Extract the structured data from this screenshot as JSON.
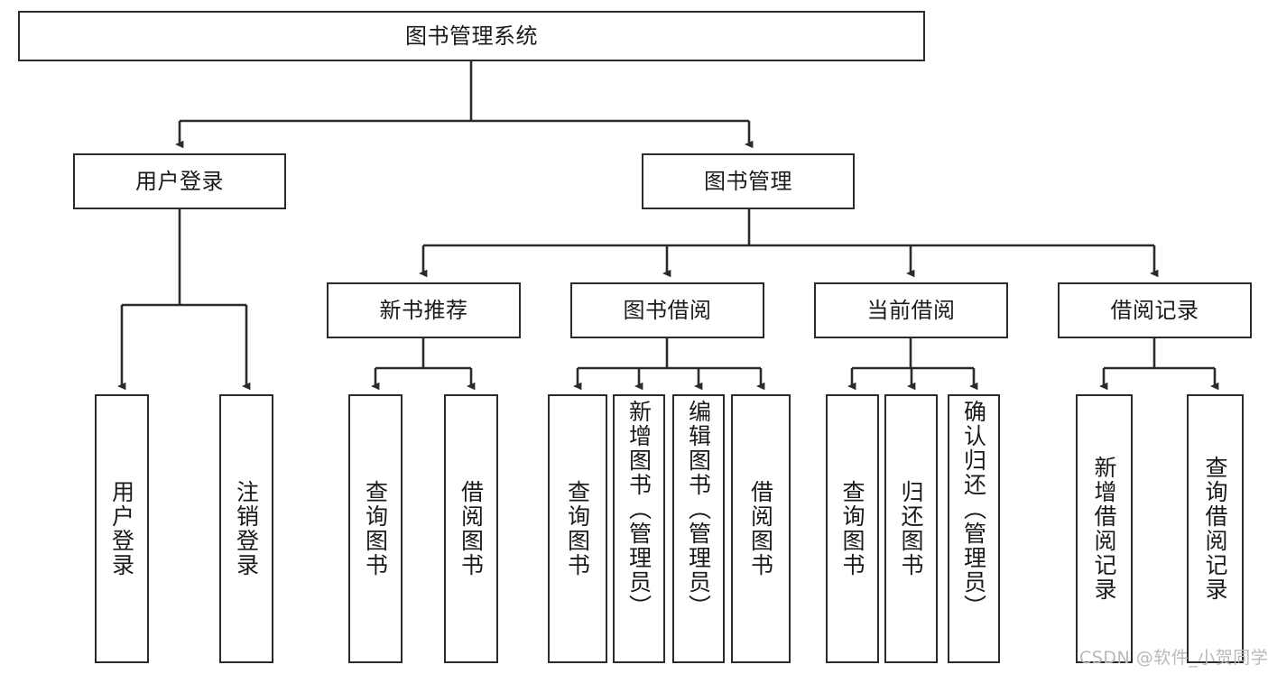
{
  "diagram": {
    "title": "图书管理系统",
    "type": "hierarchy-tree",
    "colors": {
      "box_border": "#2b2b2b",
      "box_fill": "#ffffff",
      "edge": "#2b2b2b",
      "text": "#1a1a1a",
      "watermark": "#b9b9b9"
    },
    "root": {
      "label": "图书管理系统"
    },
    "level2": [
      {
        "label": "用户登录"
      },
      {
        "label": "图书管理"
      }
    ],
    "level3": [
      {
        "label": "新书推荐"
      },
      {
        "label": "图书借阅"
      },
      {
        "label": "当前借阅"
      },
      {
        "label": "借阅记录"
      }
    ],
    "leaves": {
      "user_login": [
        {
          "label": "用户登录"
        },
        {
          "label": "注销登录"
        }
      ],
      "new_book_recommend": [
        {
          "label": "查询图书"
        },
        {
          "label": "借阅图书"
        }
      ],
      "book_borrow": [
        {
          "label": "查询图书"
        },
        {
          "label": "新增图书（管理员）"
        },
        {
          "label": "编辑图书（管理员）"
        },
        {
          "label": "借阅图书"
        }
      ],
      "current_borrow": [
        {
          "label": "查询图书"
        },
        {
          "label": "归还图书"
        },
        {
          "label": "确认归还（管理员）"
        }
      ],
      "borrow_record": [
        {
          "label": "新增借阅记录"
        },
        {
          "label": "查询借阅记录"
        }
      ]
    }
  },
  "watermark": {
    "text": "CSDN @软件_小贺同学"
  }
}
